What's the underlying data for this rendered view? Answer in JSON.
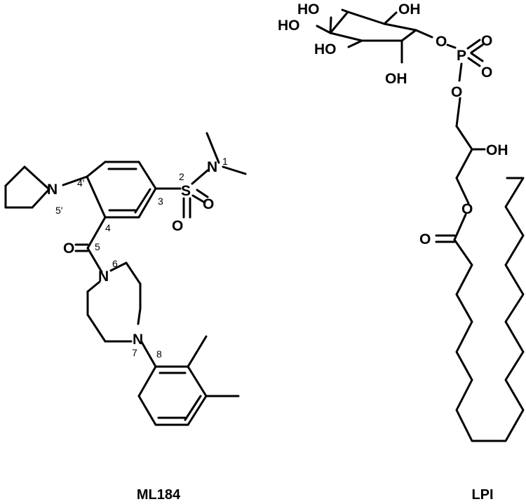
{
  "molecules": [
    {
      "name": "ML184",
      "atoms": {
        "N_pyrrolidine": "N",
        "S": "S",
        "O1": "O",
        "O2": "O",
        "N_sulfonamide": "N",
        "O_carbonyl": "O",
        "N_amide": "N",
        "N_aryl": "N"
      },
      "locants": {
        "n1": "1",
        "n2": "2",
        "n3": "3",
        "n4": "4",
        "n4p": "4'",
        "n5": "5",
        "n5p": "5'",
        "n6": "6",
        "n7": "7",
        "n8": "8"
      }
    },
    {
      "name": "LPI",
      "atoms": {
        "ho1": "HO",
        "oh1": "OH",
        "ho2": "HO",
        "ho3": "HO",
        "oh2": "OH",
        "o_ring": "O",
        "p": "P",
        "o_p1": "O",
        "o_p2": "O",
        "o_p3": "O",
        "oh3": "OH",
        "o_ester": "O",
        "o_carbonyl": "O"
      }
    }
  ]
}
